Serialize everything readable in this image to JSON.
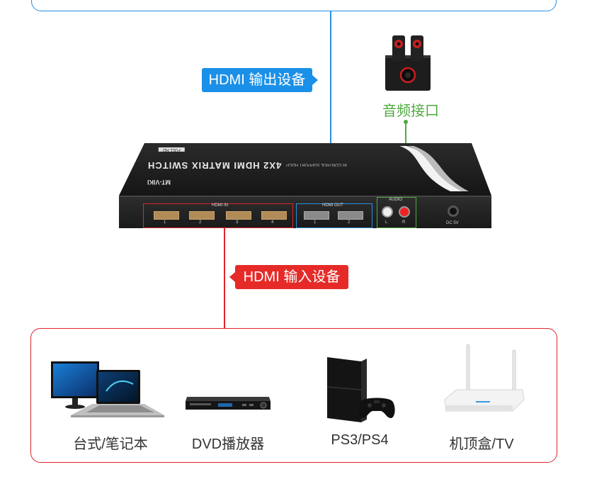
{
  "output": {
    "tag_label": "HDMI 输出设备",
    "accent_color": "#1b90e8"
  },
  "audio": {
    "label": "音频接口",
    "accent_color": "#4daa3d"
  },
  "input": {
    "tag_label": "HDMI 输入设备",
    "accent_color": "#e52a28"
  },
  "device": {
    "brand": "MT-VIKI",
    "model": "4X2 HDMI MATRIX SWITCH",
    "subtitle": "IR CONTROL SUPPORT HDCP",
    "badge": "FULL HD",
    "hdmi_in_label": "HDMI IN",
    "hdmi_out_label": "HDMI OUT",
    "audio_label": "AUDIO",
    "power_label": "DC 5V",
    "in_ports": [
      "1",
      "2",
      "3",
      "4"
    ],
    "out_ports": [
      "1",
      "2"
    ],
    "audio_ports": [
      "L",
      "R"
    ]
  },
  "sources": [
    {
      "label": "台式/笔记本",
      "icon": "desktop-laptop-icon"
    },
    {
      "label": "DVD播放器",
      "icon": "dvd-player-icon"
    },
    {
      "label": "PS3/PS4",
      "icon": "game-console-icon"
    },
    {
      "label": "机顶盒/TV",
      "icon": "set-top-box-icon"
    }
  ]
}
